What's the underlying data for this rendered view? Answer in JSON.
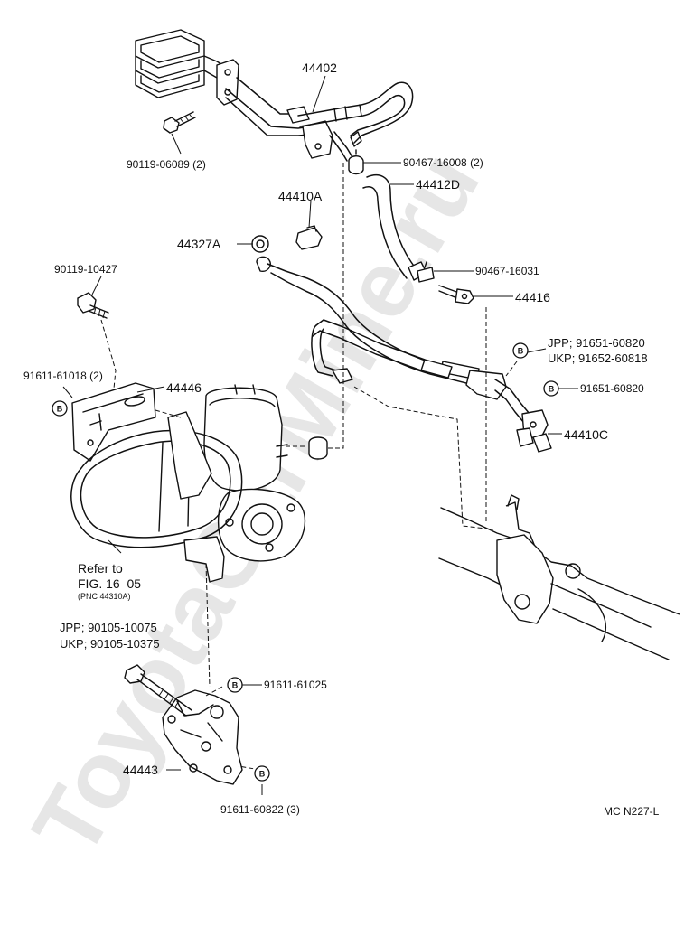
{
  "watermark": "ToyotaCarMine.ru",
  "figure_code": "MC N227-L",
  "callout_mark": "B",
  "labels": {
    "p44402": "44402",
    "p90119_06089": "90119-06089 (2)",
    "p90467_16008": "90467-16008 (2)",
    "p44412D": "44412D",
    "p44410A": "44410A",
    "p44327A": "44327A",
    "p90119_10427": "90119-10427",
    "p90467_16031": "90467-16031",
    "p44416": "44416",
    "jpp_91651": "JPP; 91651-60820",
    "ukp_91652": "UKP; 91652-60818",
    "p91611_61018": "91611-61018 (2)",
    "p44446": "44446",
    "p91651_60820": "91651-60820",
    "p44410C": "44410C",
    "refer_line1": "Refer to",
    "refer_line2": "FIG. 16–05",
    "refer_pnc": "(PNC 44310A)",
    "jpp_90105": "JPP; 90105-10075",
    "ukp_90105": "UKP; 90105-10375",
    "p91611_61025": "91611-61025",
    "p44443": "44443",
    "p91611_60822": "91611-60822 (3)"
  }
}
